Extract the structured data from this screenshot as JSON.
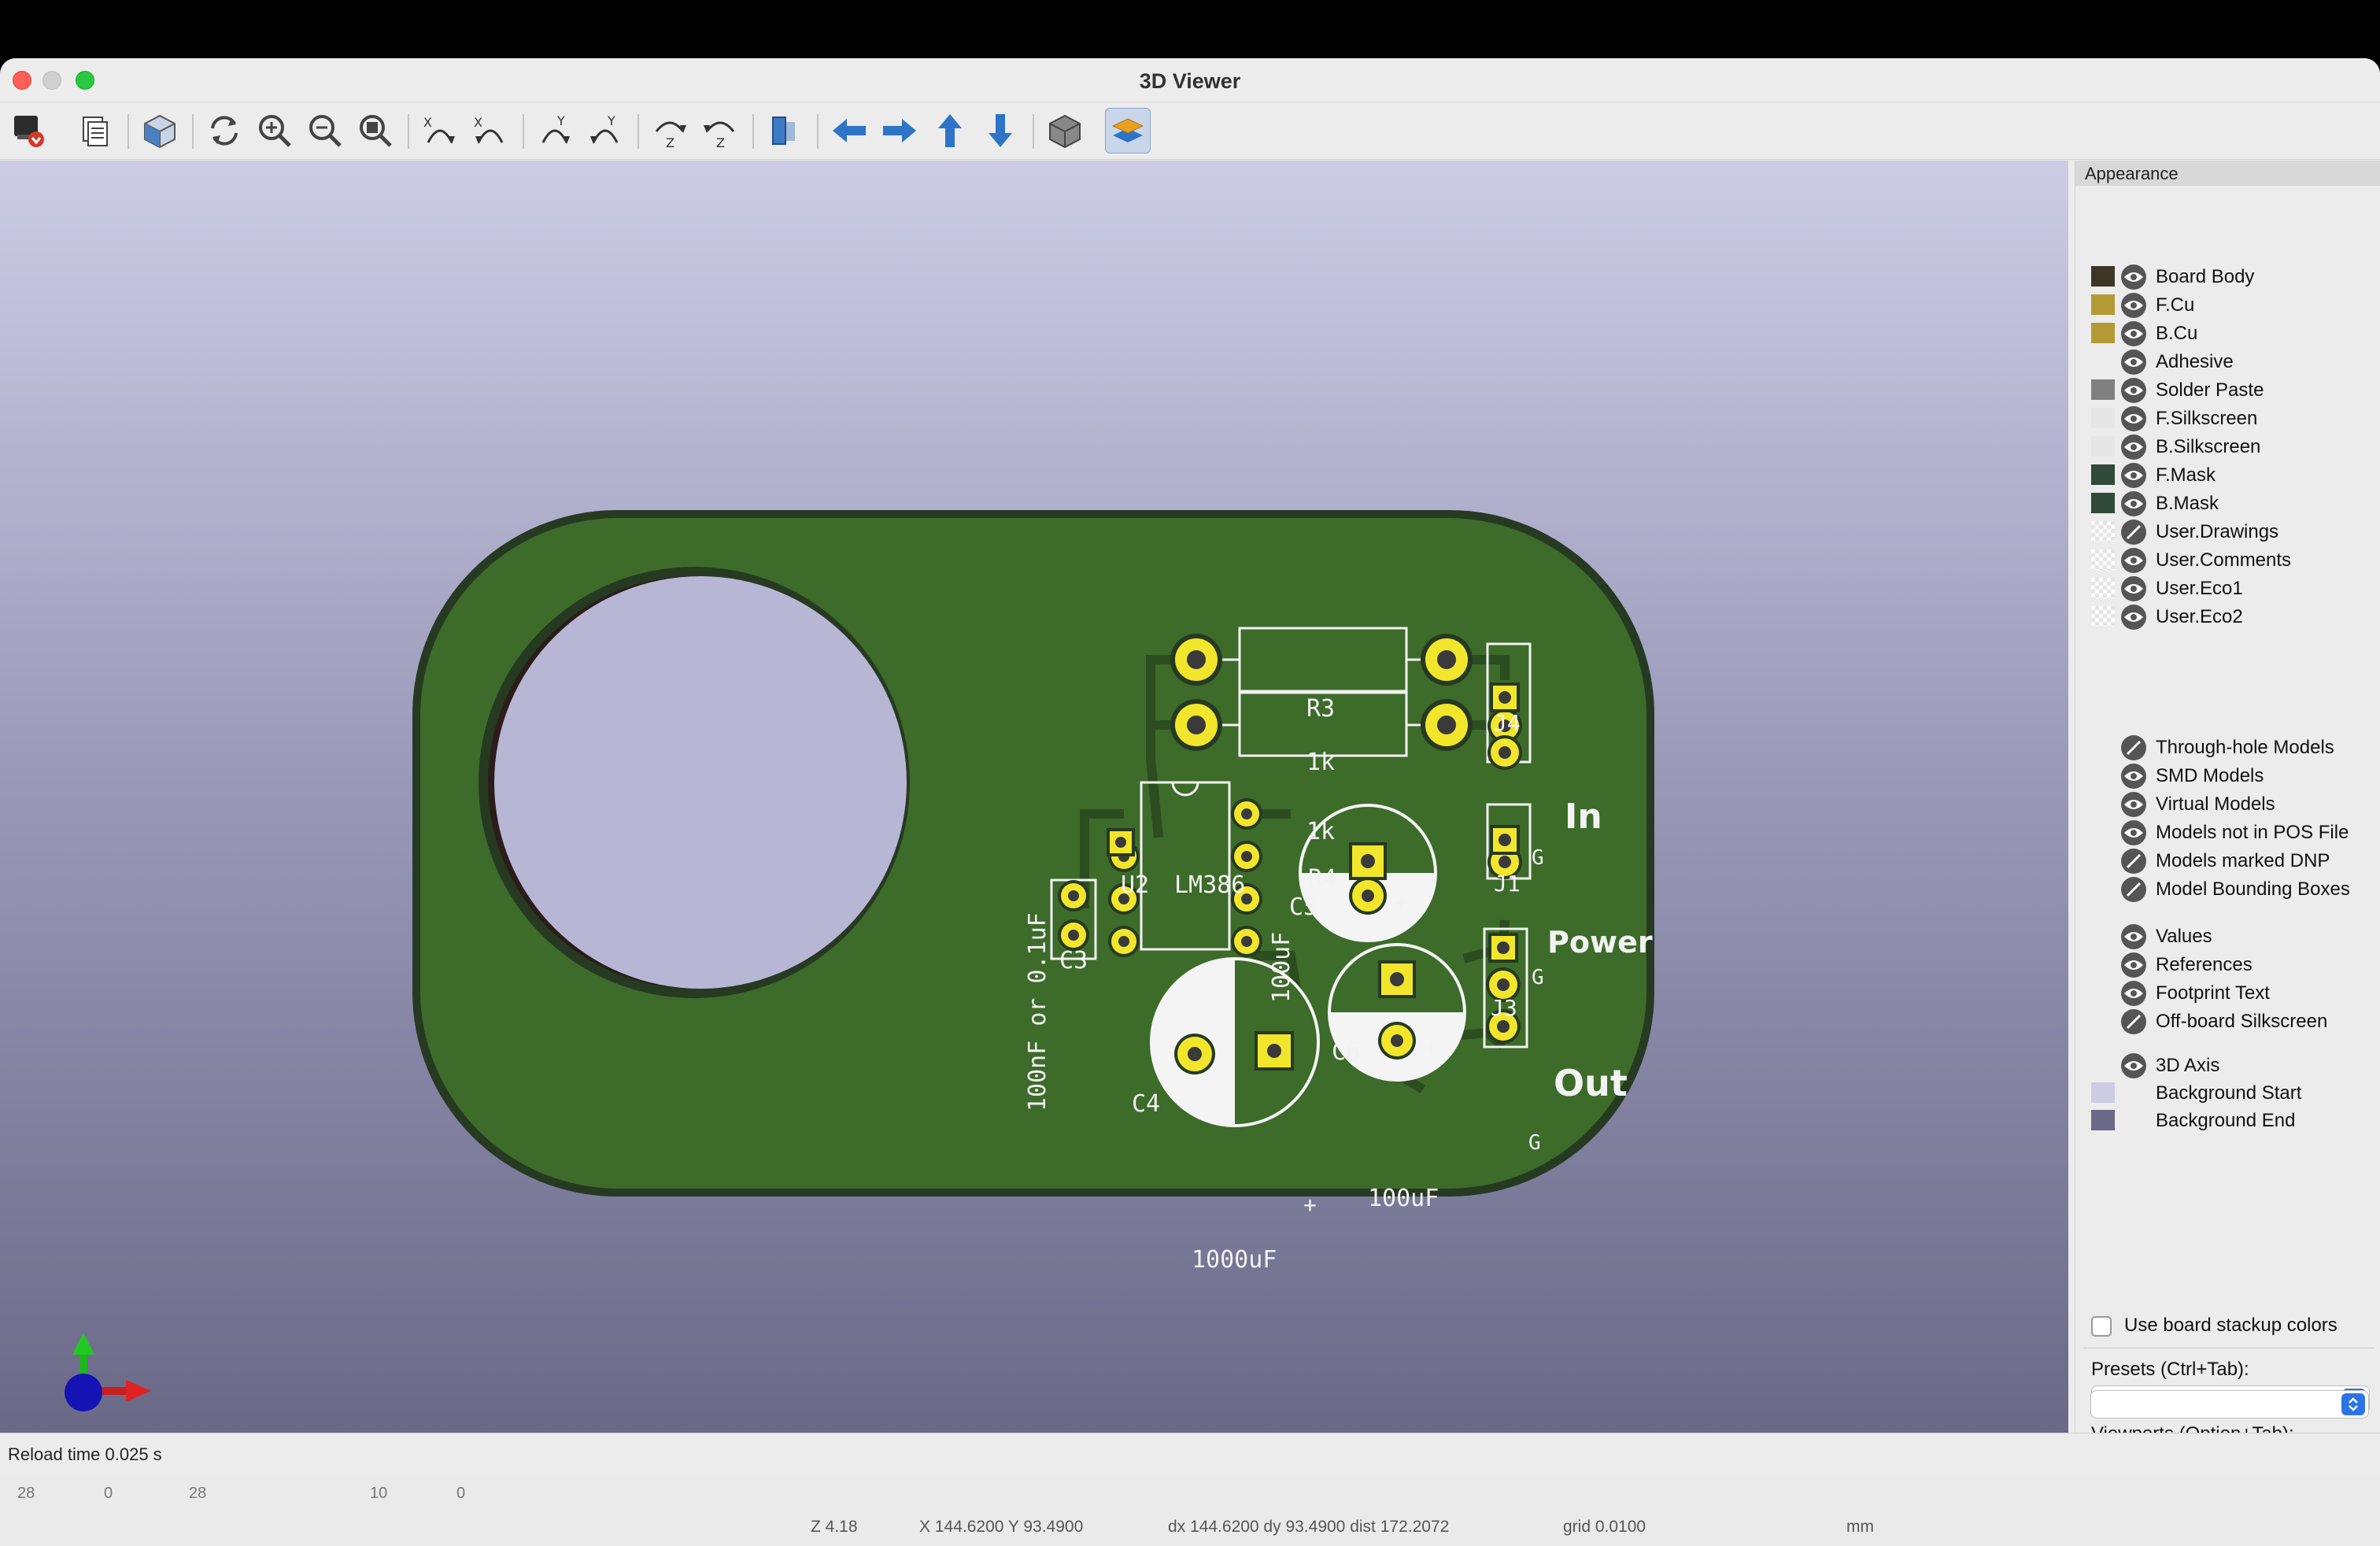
{
  "window": {
    "title": "3D Viewer"
  },
  "toolbar": {
    "buttons": [
      {
        "icon": "render-icon"
      },
      {
        "icon": "copy-image-icon"
      },
      {
        "icon": "view-3d-icon"
      },
      {
        "icon": "redraw-icon"
      },
      {
        "icon": "zoom-in-icon"
      },
      {
        "icon": "zoom-out-icon"
      },
      {
        "icon": "zoom-fit-icon"
      },
      {
        "icon": "rotate-x-ccw-icon"
      },
      {
        "icon": "rotate-x-cw-icon"
      },
      {
        "icon": "rotate-y-ccw-icon"
      },
      {
        "icon": "rotate-y-cw-icon"
      },
      {
        "icon": "rotate-z-ccw-icon"
      },
      {
        "icon": "rotate-z-cw-icon"
      },
      {
        "icon": "flip-board-icon"
      },
      {
        "icon": "arrow-left-icon"
      },
      {
        "icon": "arrow-right-icon"
      },
      {
        "icon": "arrow-up-icon"
      },
      {
        "icon": "arrow-down-icon"
      },
      {
        "icon": "ortho-icon"
      },
      {
        "icon": "layers-icon"
      }
    ]
  },
  "pcb": {
    "silk": {
      "r3_ref": "R3",
      "r3_val": "1k",
      "r4_val": "1k",
      "r4_ref": "R4",
      "j4": "J4",
      "j1": "J1",
      "j3": "J3",
      "in": "In",
      "power": "Power",
      "out": "Out",
      "g1": "G",
      "g2": "G",
      "g3": "G",
      "u2": "U2",
      "lm386": "LM386",
      "c5": "C5",
      "c5_val": "100uF",
      "c6": "C6",
      "c6_val": "100uF",
      "c3": "C3",
      "c3_val": "100nF or 0.1uF",
      "c4": "C4",
      "c4_val": "1000uF",
      "plus": "+"
    }
  },
  "appearance": {
    "header": "Appearance",
    "layers": [
      {
        "label": "Board Body",
        "color": "#3d3627",
        "visible": true
      },
      {
        "label": "F.Cu",
        "color": "#b49a34",
        "visible": true
      },
      {
        "label": "B.Cu",
        "color": "#b49a34",
        "visible": true
      },
      {
        "label": "Adhesive",
        "color": "",
        "visible": true
      },
      {
        "label": "Solder Paste",
        "color": "#808080",
        "visible": true
      },
      {
        "label": "F.Silkscreen",
        "color": "#e6e6e6",
        "visible": true
      },
      {
        "label": "B.Silkscreen",
        "color": "#e6e6e6",
        "visible": true
      },
      {
        "label": "F.Mask",
        "color": "#314a39",
        "visible": true
      },
      {
        "label": "B.Mask",
        "color": "#314a39",
        "visible": true
      },
      {
        "label": "User.Drawings",
        "color": "checker",
        "visible": false
      },
      {
        "label": "User.Comments",
        "color": "checker",
        "visible": true
      },
      {
        "label": "User.Eco1",
        "color": "checker",
        "visible": true
      },
      {
        "label": "User.Eco2",
        "color": "checker",
        "visible": true
      }
    ],
    "models": [
      {
        "label": "Through-hole Models",
        "visible": false
      },
      {
        "label": "SMD Models",
        "visible": true
      },
      {
        "label": "Virtual Models",
        "visible": true
      },
      {
        "label": "Models not in POS File",
        "visible": true
      },
      {
        "label": "Models marked DNP",
        "visible": false
      },
      {
        "label": "Model Bounding Boxes",
        "visible": false
      }
    ],
    "texts": [
      {
        "label": "Values",
        "visible": true
      },
      {
        "label": "References",
        "visible": true
      },
      {
        "label": "Footprint Text",
        "visible": true
      },
      {
        "label": "Off-board Silkscreen",
        "visible": false
      }
    ],
    "misc": [
      {
        "label": "3D Axis",
        "color": "",
        "visible": true
      },
      {
        "label": "Background Start",
        "color": "#cdcce4",
        "visible": null
      },
      {
        "label": "Background End",
        "color": "#6a6988",
        "visible": null
      }
    ],
    "use_stackup_label": "Use board stackup colors",
    "presets_label": "Presets (Ctrl+Tab):",
    "viewports_label": "Viewports (Option+Tab):"
  },
  "status": {
    "reload": "Reload time 0.025 s"
  },
  "kicad_status": {
    "rulers": [
      "28",
      "0",
      "28",
      "10",
      "0"
    ],
    "z": "Z 4.18",
    "xy": "X 144.6200  Y 93.4900",
    "delta": "dx 144.6200  dy 93.4900  dist 172.2072",
    "grid": "grid 0.0100",
    "units": "mm"
  }
}
